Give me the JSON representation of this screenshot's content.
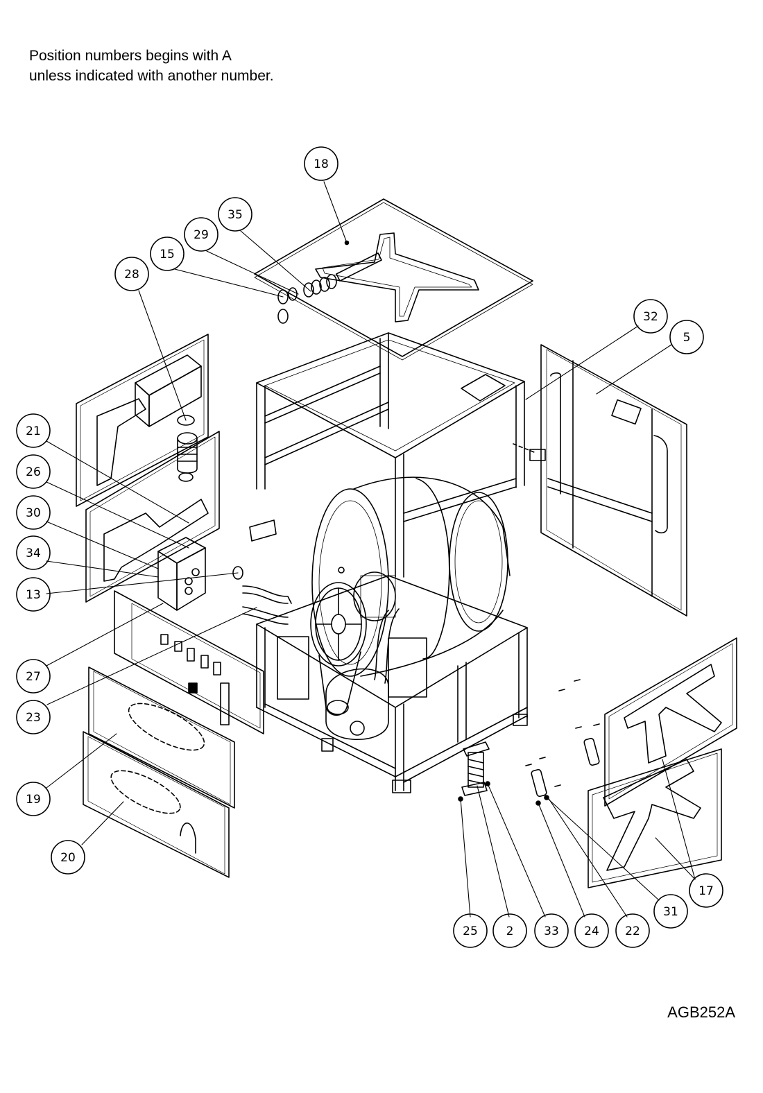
{
  "note": {
    "line1": "Position numbers begins with A",
    "line2": "unless indicated with another number."
  },
  "drawing_id": "AGB252A",
  "callouts": [
    "18",
    "35",
    "29",
    "15",
    "28",
    "32",
    "5",
    "21",
    "26",
    "30",
    "34",
    "13",
    "27",
    "23",
    "19",
    "20",
    "17",
    "31",
    "25",
    "2",
    "33",
    "24",
    "22"
  ]
}
